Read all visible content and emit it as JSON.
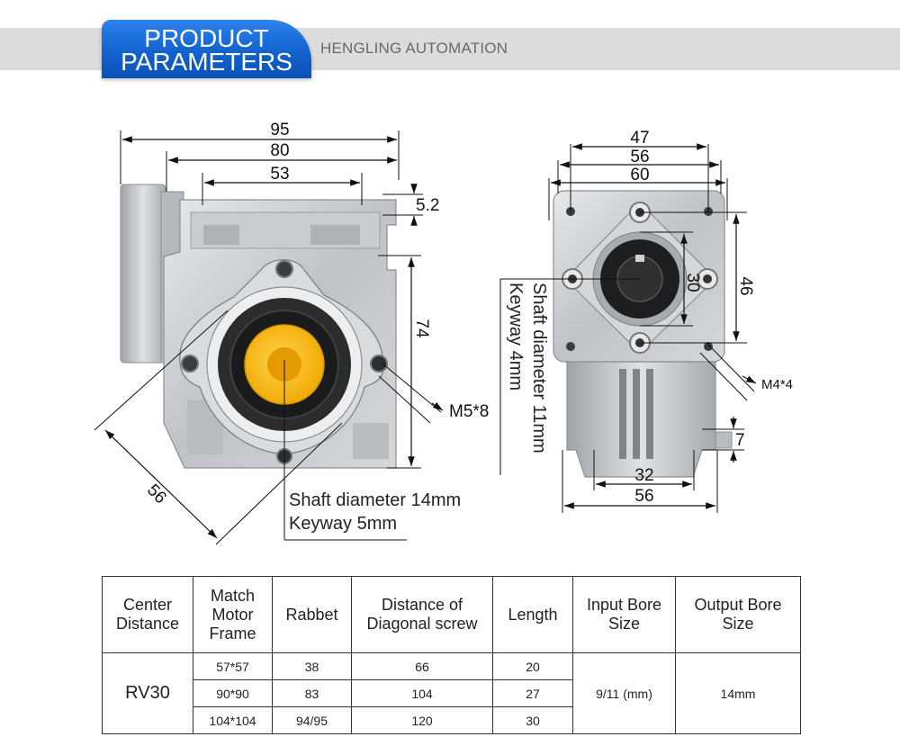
{
  "header": {
    "badge_line1": "PRODUCT",
    "badge_line2": "PARAMETERS",
    "brand": "HENGLING AUTOMATION"
  },
  "front_view": {
    "dim_95": "95",
    "dim_80": "80",
    "dim_53": "53",
    "dim_5_2": "5.2",
    "dim_74": "74",
    "dim_56": "56",
    "screw_label": "M5*8",
    "shaft_diameter": "Shaft diameter 14mm",
    "keyway": "Keyway 5mm"
  },
  "side_view": {
    "dim_47": "47",
    "dim_56_top": "56",
    "dim_60": "60",
    "dim_30": "30",
    "dim_46": "46",
    "screw_label": "M4*4",
    "dim_7": "7",
    "dim_32": "32",
    "dim_56_bottom": "56",
    "shaft_diameter": "Shaft diameter 11mm",
    "keyway": "Keyway 4mm"
  },
  "table": {
    "headers": [
      [
        "Center",
        "Distance"
      ],
      [
        "Match",
        "Motor",
        "Frame"
      ],
      [
        "Rabbet"
      ],
      [
        "Distance of",
        "Diagonal screw"
      ],
      [
        "Length"
      ],
      [
        "Input Bore",
        "Size"
      ],
      [
        "Output Bore",
        "Size"
      ]
    ],
    "model": "RV30",
    "rows": [
      {
        "frame": "57*57",
        "rabbet": "38",
        "diagonal": "66",
        "length": "20"
      },
      {
        "frame": "90*90",
        "rabbet": "83",
        "diagonal": "104",
        "length": "27"
      },
      {
        "frame": "104*104",
        "rabbet": "94/95",
        "diagonal": "120",
        "length": "30"
      }
    ],
    "input_bore": "9/11 (mm)",
    "output_bore": "14mm"
  }
}
